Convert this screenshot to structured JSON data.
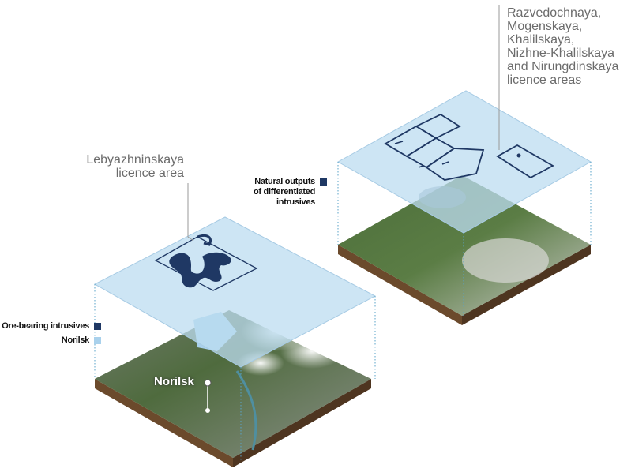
{
  "colors": {
    "dark_navy": "#1f3864",
    "light_blue": "#a9d1ec",
    "plane": "#bcdcf0",
    "soil": "#6b4a2c"
  },
  "right_callout": [
    "Razvedochnaya,",
    "Mogenskaya,",
    "Khalilskaya,",
    "Nizhne-Khalilskaya",
    "and Nirungdinskaya",
    "licence areas"
  ],
  "left_callout": [
    "Lebyazhninskaya",
    "licence area"
  ],
  "legend_left": [
    {
      "label": "Ore-bearing intrusives",
      "color": "#1f3864"
    },
    {
      "label": "Norilsk",
      "color": "#a9d1ec"
    }
  ],
  "legend_right": {
    "lines": [
      "Natural outputs",
      "of differentiated",
      "intrusives"
    ],
    "color": "#1f3864"
  },
  "city_label": "Norilsk"
}
